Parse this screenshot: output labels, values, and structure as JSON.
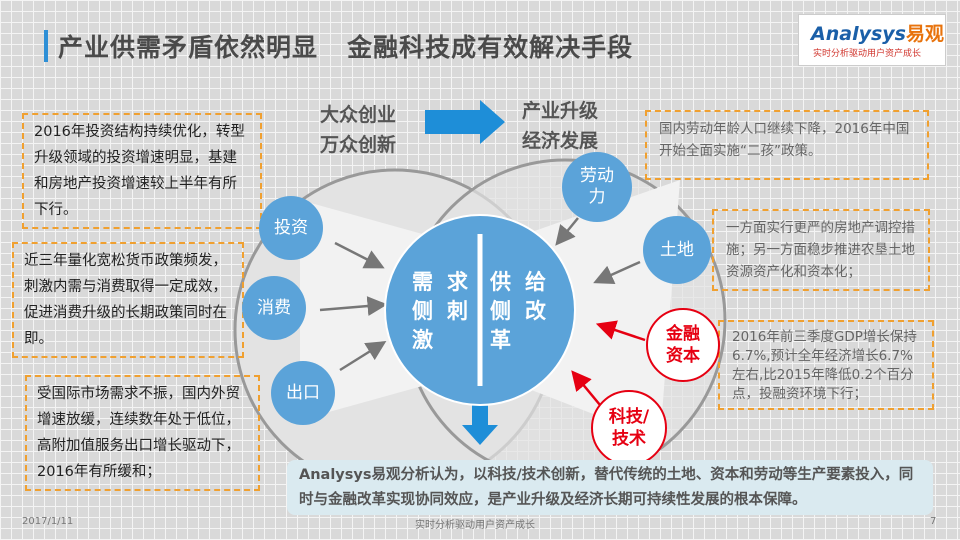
{
  "header": {
    "title": "产业供需矛盾依然明显   金融科技成有效解决手段"
  },
  "logo": {
    "name": "nalysys",
    "brand": "易观",
    "slogan": "实时分析驱动用户资产成长"
  },
  "top": {
    "left_line1": "大众创业",
    "left_line2": "万众创新",
    "right_line1": "产业升级",
    "right_line2": "经济发展"
  },
  "left_notes": [
    "2016年投资结构持续优化，转型升级领域的投资增速明显，基建和房地产投资增速较上半年有所下行。",
    "近三年量化宽松货币政策频发，刺激内需与消费取得一定成效，促进消费升级的长期政策同时在即。",
    "受国际市场需求不振，国内外贸增速放缓，连续数年处于低位，高附加值服务出口增长驱动下，2016年有所缓和；"
  ],
  "right_notes": [
    "国内劳动年龄人口继续下降，2016年中国开始全面实施“二孩”政策。",
    "一方面实行更严的房地产调控措施；另一方面稳步推进农垦土地资源资产化和资本化；",
    "2016年前三季度GDP增长保持6.7%,预计全年经济增长6.7%左右,比2015年降低0.2个百分点，投融资环境下行；"
  ],
  "demand": [
    "投资",
    "消费",
    "出口"
  ],
  "supply": [
    "劳动力",
    "土地"
  ],
  "drivers": [
    "金融资本",
    "科技/技术"
  ],
  "center": {
    "left": "需求\n侧刺\n激",
    "right": "供给\n侧改\n革"
  },
  "conclusion": "Analysys易观分析认为，以科技/技术创新，替代传统的土地、资本和劳动等生产要素投入，同时与金融改革实现协同效应，是产业升级及经济长期可持续性发展的根本保障。",
  "footer": {
    "date": "2017/1/11",
    "slogan": "实时分析驱动用户资产成长",
    "page": "7"
  },
  "colors": {
    "accent": "#5ba3d9",
    "red": "#e60012",
    "dash": "#f0a030"
  }
}
